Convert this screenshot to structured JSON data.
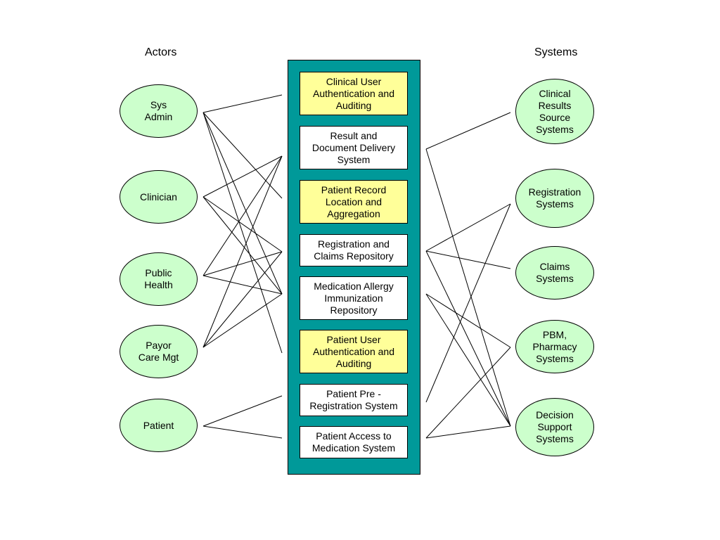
{
  "headings": {
    "actors": "Actors",
    "systems": "Systems"
  },
  "actors": [
    {
      "id": "sys-admin",
      "label": "Sys\nAdmin"
    },
    {
      "id": "clinician",
      "label": "Clinician"
    },
    {
      "id": "public-health",
      "label": "Public\nHealth"
    },
    {
      "id": "payor-care-mgt",
      "label": "Payor\nCare Mgt"
    },
    {
      "id": "patient",
      "label": "Patient"
    }
  ],
  "services": [
    {
      "id": "clinical-user-auth",
      "label": "Clinical User\nAuthentication and\nAuditing",
      "fill": "yellow"
    },
    {
      "id": "result-doc-delivery",
      "label": "Result and\nDocument Delivery\nSystem",
      "fill": "white"
    },
    {
      "id": "patient-record-location",
      "label": "Patient Record\nLocation and\nAggregation",
      "fill": "yellow"
    },
    {
      "id": "registration-claims-repo",
      "label": "Registration and\nClaims Repository",
      "fill": "white"
    },
    {
      "id": "medication-allergy-repo",
      "label": "Medication Allergy\nImmunization\nRepository",
      "fill": "white"
    },
    {
      "id": "patient-user-auth",
      "label": "Patient User\nAuthentication and\nAuditing",
      "fill": "yellow"
    },
    {
      "id": "patient-pre-registration",
      "label": "Patient Pre -\nRegistration System",
      "fill": "white"
    },
    {
      "id": "patient-access-medication",
      "label": "Patient Access to\nMedication System",
      "fill": "white"
    }
  ],
  "systems": [
    {
      "id": "clinical-results-source",
      "label": "Clinical\nResults\nSource\nSystems"
    },
    {
      "id": "registration-systems",
      "label": "Registration\nSystems"
    },
    {
      "id": "claims-systems",
      "label": "Claims\nSystems"
    },
    {
      "id": "pbm-pharmacy",
      "label": "PBM,\nPharmacy\nSystems"
    },
    {
      "id": "decision-support",
      "label": "Decision\nSupport\nSystems"
    }
  ],
  "colors": {
    "actor_fill": "#ccffcc",
    "system_fill": "#ccffcc",
    "panel_fill": "#009999",
    "yellow_box": "#ffff99",
    "white_box": "#ffffff"
  },
  "connections": {
    "actor_to_service": [
      [
        "sys-admin",
        "clinical-user-auth"
      ],
      [
        "sys-admin",
        "patient-record-location"
      ],
      [
        "sys-admin",
        "medication-allergy-repo"
      ],
      [
        "sys-admin",
        "patient-user-auth"
      ],
      [
        "clinician",
        "result-doc-delivery"
      ],
      [
        "clinician",
        "registration-claims-repo"
      ],
      [
        "clinician",
        "medication-allergy-repo"
      ],
      [
        "public-health",
        "result-doc-delivery"
      ],
      [
        "public-health",
        "registration-claims-repo"
      ],
      [
        "public-health",
        "medication-allergy-repo"
      ],
      [
        "payor-care-mgt",
        "result-doc-delivery"
      ],
      [
        "payor-care-mgt",
        "registration-claims-repo"
      ],
      [
        "payor-care-mgt",
        "medication-allergy-repo"
      ],
      [
        "patient",
        "patient-pre-registration"
      ],
      [
        "patient",
        "patient-access-medication"
      ]
    ],
    "service_to_system": [
      [
        "result-doc-delivery",
        "clinical-results-source"
      ],
      [
        "result-doc-delivery",
        "decision-support"
      ],
      [
        "registration-claims-repo",
        "registration-systems"
      ],
      [
        "registration-claims-repo",
        "claims-systems"
      ],
      [
        "registration-claims-repo",
        "decision-support"
      ],
      [
        "medication-allergy-repo",
        "pbm-pharmacy"
      ],
      [
        "medication-allergy-repo",
        "decision-support"
      ],
      [
        "patient-pre-registration",
        "registration-systems"
      ],
      [
        "patient-access-medication",
        "pbm-pharmacy"
      ],
      [
        "patient-access-medication",
        "decision-support"
      ]
    ]
  }
}
